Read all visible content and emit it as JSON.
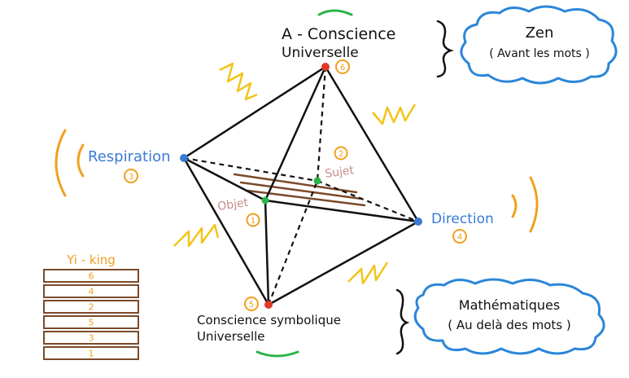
{
  "colors": {
    "ink": "#111111",
    "blue": "#3a7bd5",
    "orange": "#f0a020",
    "red": "#e03a2a",
    "green": "#2bb34a",
    "rose": "#c98a8a",
    "brown": "#7a4a2a",
    "cloud": "#2b86d8",
    "yellow": "#f2c418"
  },
  "top_node": {
    "line1": "A - Conscience",
    "line2": "Universelle",
    "badge": "6"
  },
  "left_node": {
    "label": "Respiration",
    "badge": "3"
  },
  "right_node": {
    "label": "Direction",
    "badge": "4"
  },
  "bottom_node": {
    "line1": "Conscience symbolique",
    "line2": "Universelle",
    "badge": "5"
  },
  "sujet": {
    "label": "Sujet",
    "badge": "2"
  },
  "objet": {
    "label": "Objet",
    "badge": "1"
  },
  "cloud_top": {
    "title": "Zen",
    "subtitle": "( Avant les mots )"
  },
  "cloud_bottom": {
    "title": "Mathématiques",
    "subtitle": "( Au delà des mots )"
  },
  "yiking": {
    "title": "Yi - king",
    "rows": [
      "6",
      "4",
      "2",
      "5",
      "3",
      "1"
    ]
  }
}
